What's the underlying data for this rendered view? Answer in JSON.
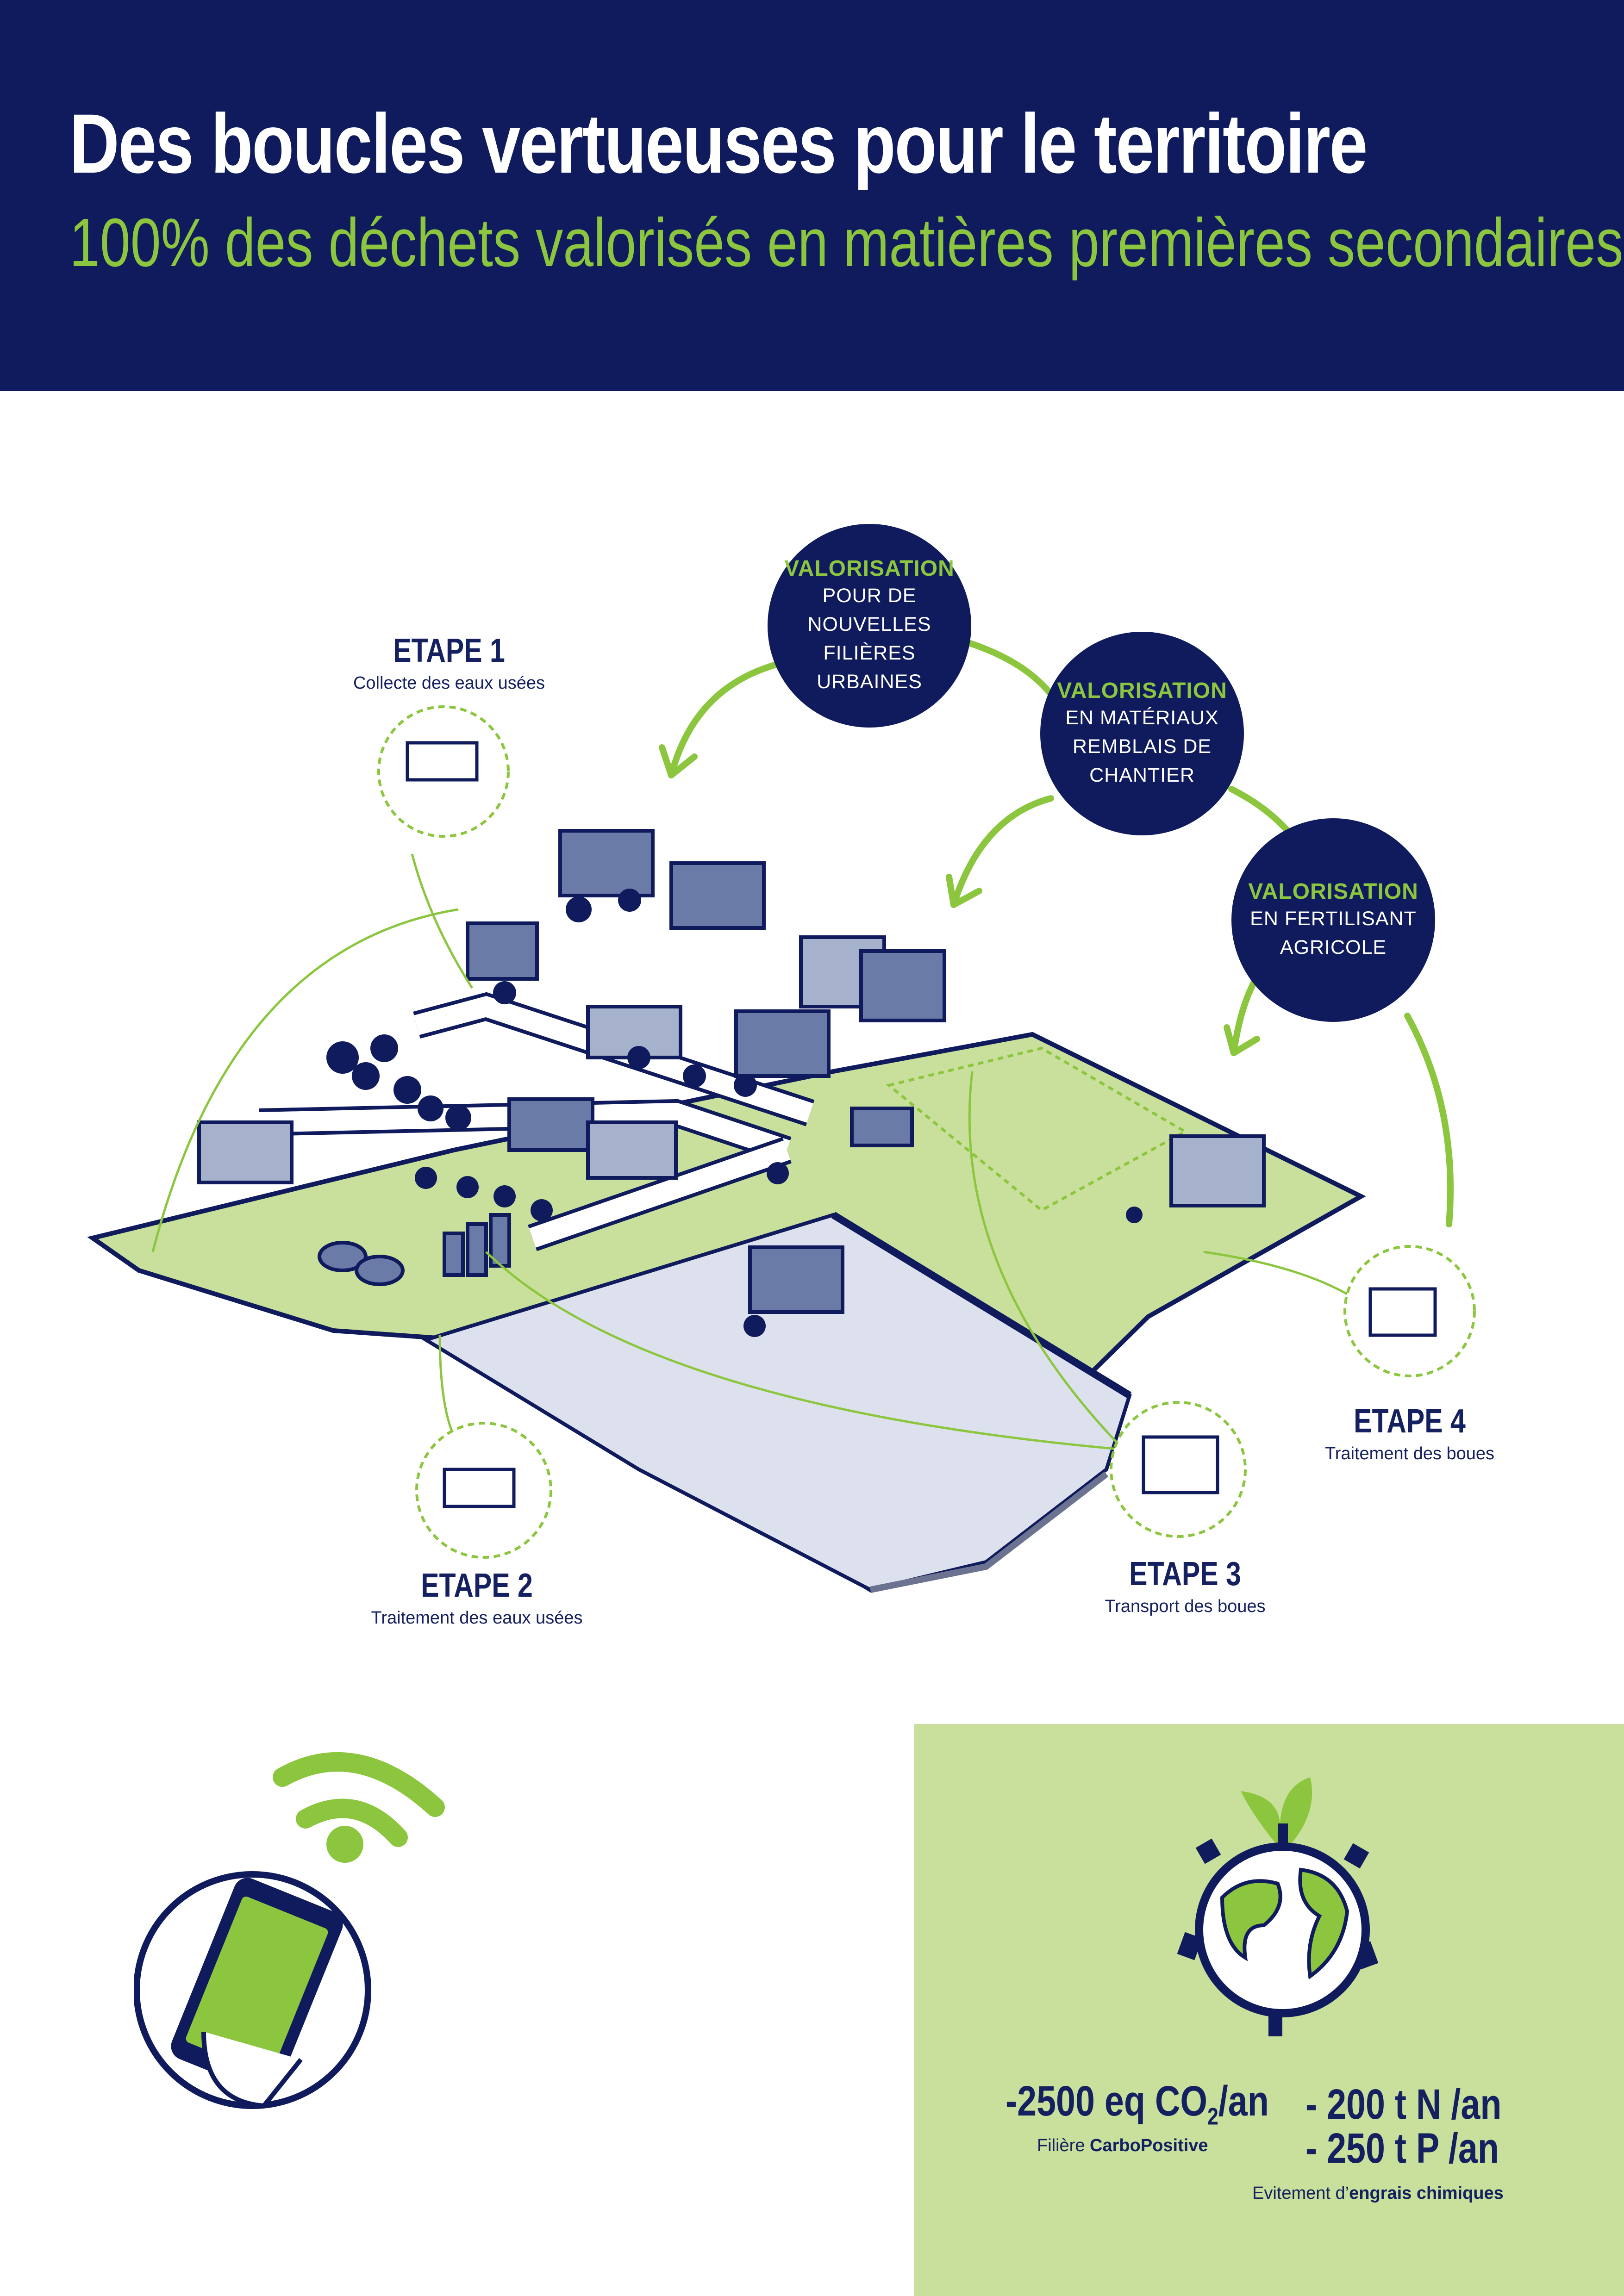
{
  "header": {
    "title": "Des boucles vertueuses pour le territoire",
    "subtitle": "100% des déchets valorisés en matières premières secondaires"
  },
  "valorisations": [
    {
      "title": "VALORISATION",
      "lines": [
        "POUR DE",
        "NOUVELLES",
        "FILIÈRES",
        "URBAINES"
      ]
    },
    {
      "title": "VALORISATION",
      "lines": [
        "EN MATÉRIAUX",
        "REMBLAIS DE",
        "CHANTIER"
      ]
    },
    {
      "title": "VALORISATION",
      "lines": [
        "EN FERTILISANT",
        "AGRICOLE"
      ]
    }
  ],
  "etapes": [
    {
      "label": "ETAPE 1",
      "desc": "Collecte des eaux usées"
    },
    {
      "label": "ETAPE 2",
      "desc": "Traitement des eaux usées"
    },
    {
      "label": "ETAPE 3",
      "desc": "Transport des boues"
    },
    {
      "label": "ETAPE 4",
      "desc": "Traitement des boues"
    }
  ],
  "stats": {
    "co2_prefix": "-2500 eq CO",
    "co2_sub": "2",
    "co2_suffix": "/an",
    "co2_note_prefix": "Filière ",
    "co2_note_strong": "CarboPositive",
    "n": "- 200 t N /an",
    "p": "- 250 t P /an",
    "fert_note_prefix": "Evitement d’",
    "fert_note_strong": "engrais  chimiques"
  },
  "colors": {
    "navy": "#0f1b5c",
    "green": "#8cc63f",
    "light_green": "#c8e09b",
    "river": "#dde1ee"
  },
  "icons": [
    "wifi-icon",
    "tablet-icon",
    "earth-icon"
  ]
}
